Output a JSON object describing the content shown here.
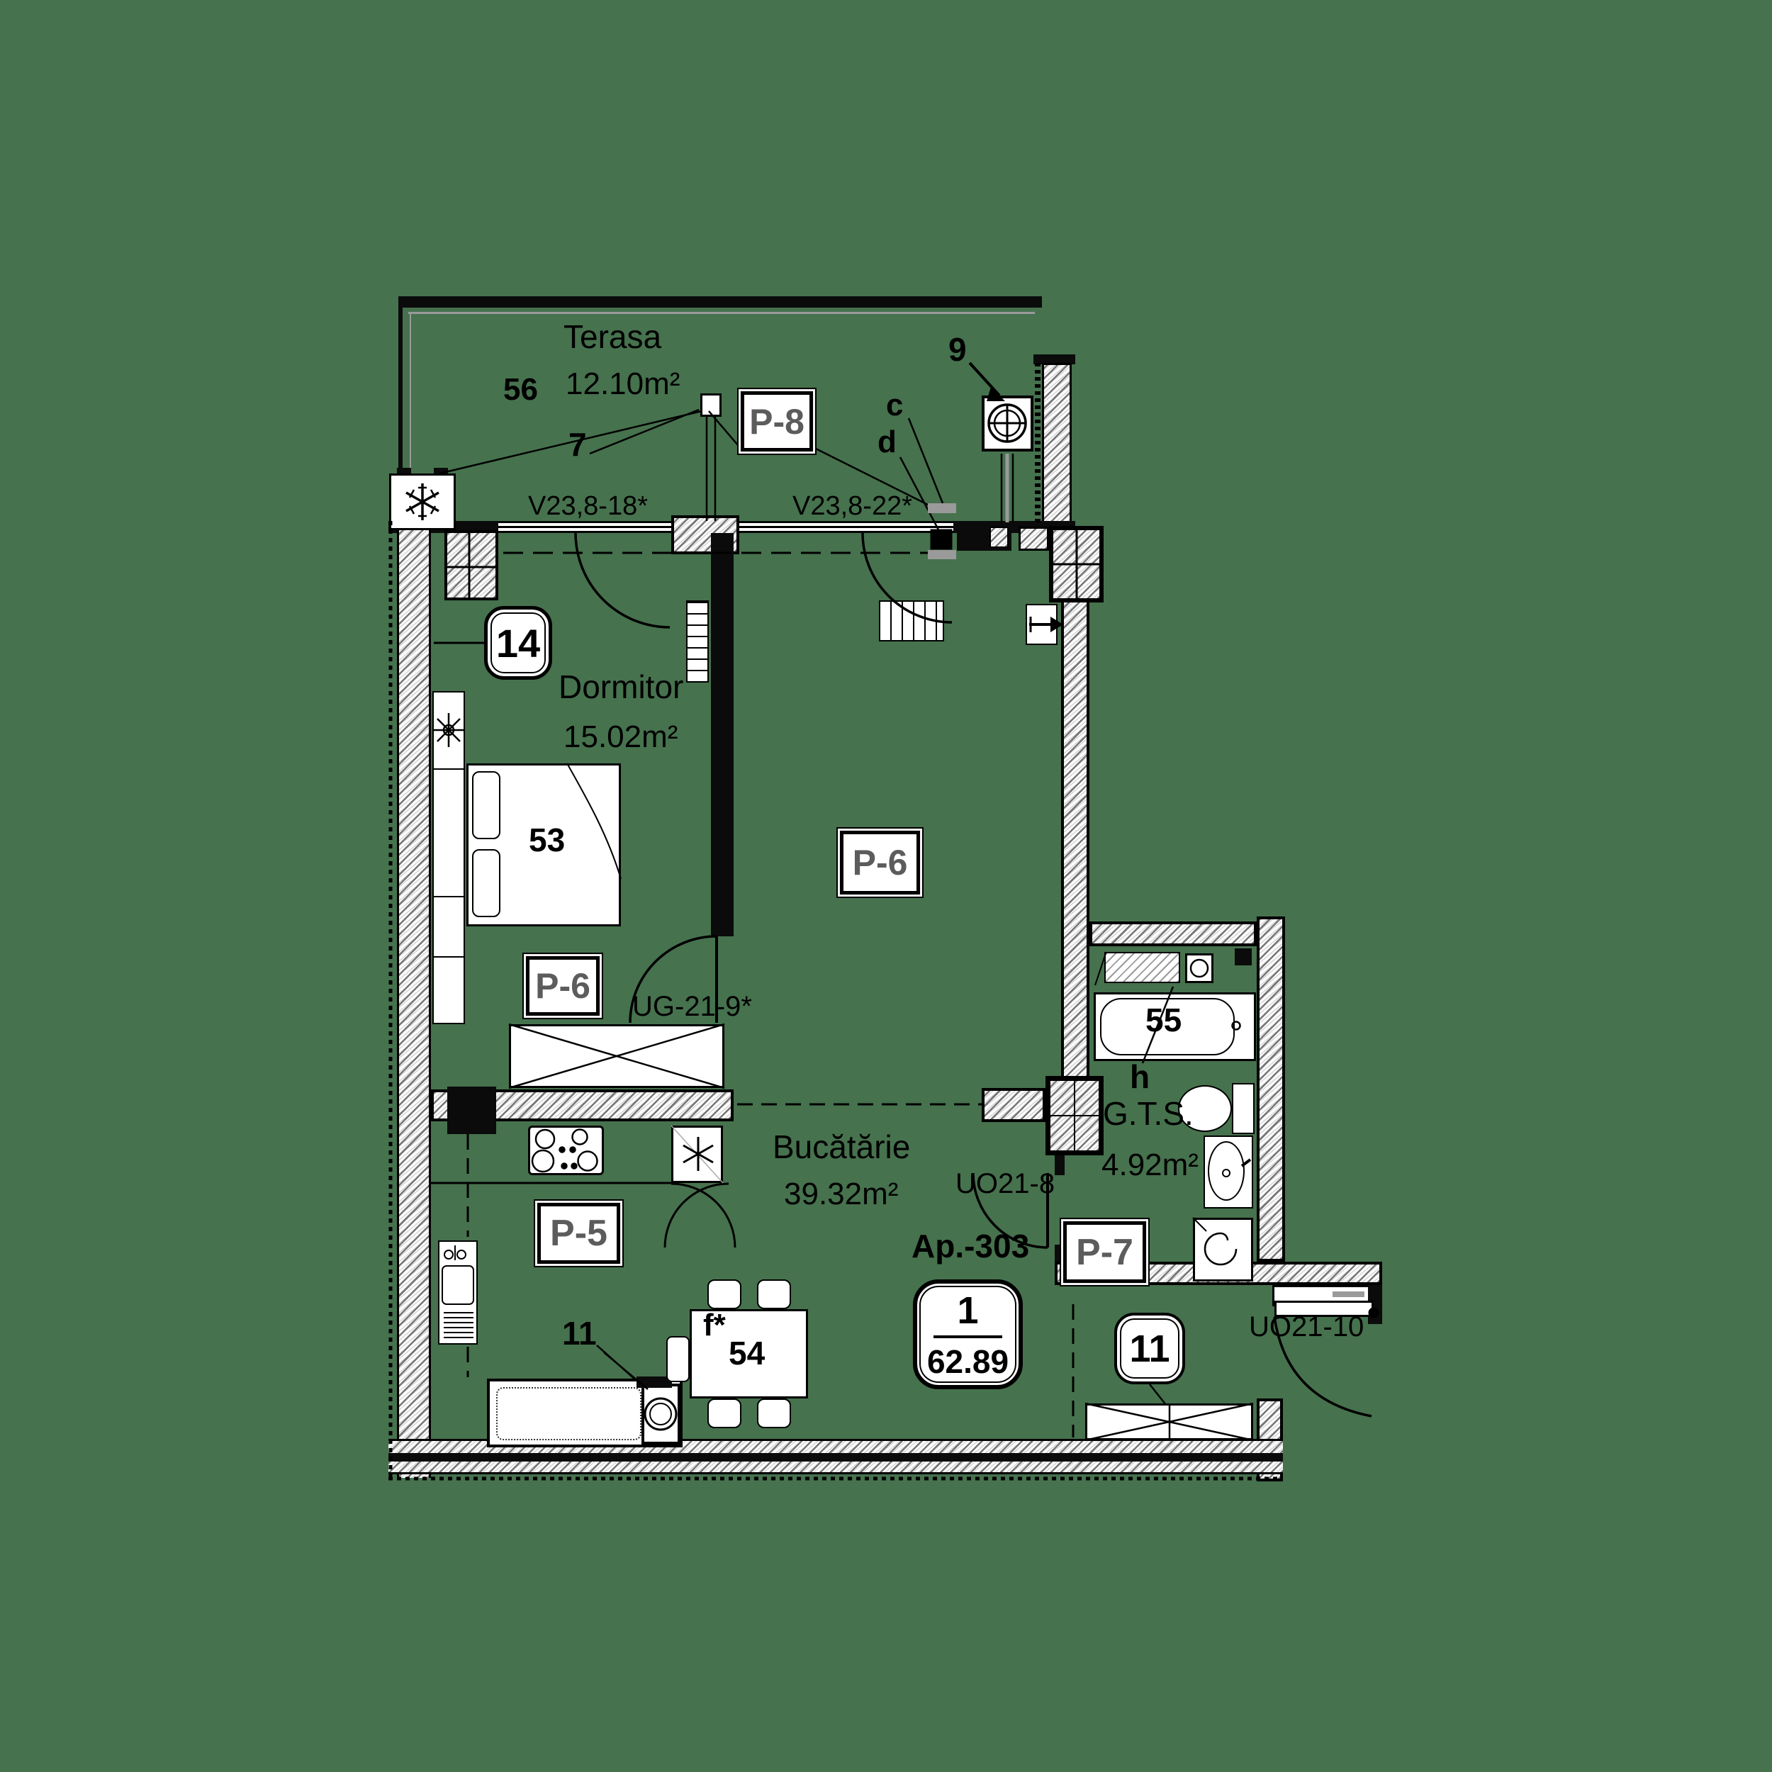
{
  "title": "Floor plan",
  "background_color": "#46724E",
  "line_color": "#000000",
  "apartment": {
    "id": "Ap.-303",
    "unit_number": "1",
    "total_area": "62.89"
  },
  "rooms": {
    "terasa": {
      "name": "Terasa",
      "area": "12.10m²",
      "item": "56"
    },
    "dormitor": {
      "name": "Dormitor",
      "area": "15.02m²",
      "item": "53",
      "badge": "14"
    },
    "bucatarie": {
      "name": "Bucătărie",
      "area": "39.32m²",
      "item": "54",
      "chair_note": "f*",
      "window_item": "11"
    },
    "gts": {
      "name": "G.T.S.",
      "area": "4.92m²",
      "item": "55",
      "fixture_note": "h"
    },
    "hol": {
      "window_badge": "11"
    }
  },
  "openings": {
    "window_terrace_left": "V23,8-18*",
    "window_terrace_right": "V23,8-22*",
    "door_bedroom": "UG-21-9*",
    "door_gts": "UO21-8",
    "door_entry": "UO21-10"
  },
  "finishes": {
    "p5": "P-5",
    "p6_bedroom": "P-6",
    "p6_living": "P-6",
    "p7": "P-7",
    "p8": "P-8"
  },
  "annotations": {
    "terrace_fan": "9",
    "vent_c": "c",
    "vent_d": "d",
    "terrace_pole": "7"
  }
}
